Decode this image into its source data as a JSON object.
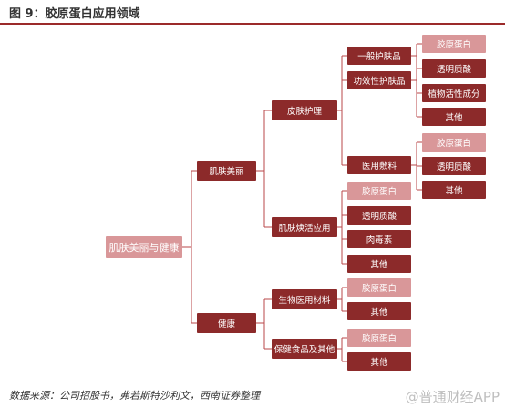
{
  "figure": {
    "title": "图 9：胶原蛋白应用领域",
    "source": "数据来源：公司招股书，弗若斯特沙利文，西南证券整理",
    "watermark": "@普通财经APP"
  },
  "colors": {
    "dark_node": "#8c2a2a",
    "light_node": "#d99799",
    "connector": "#b8474a"
  },
  "tree": {
    "root": "肌肤美丽与健康",
    "skin_beauty": "肌肤美丽",
    "health": "健康",
    "skin_care": "皮肤护理",
    "rejuvenation": "肌肤焕活应用",
    "general_skincare": "一般护肤品",
    "functional_skincare": "功效性护肤品",
    "medical_dressing": "医用敷料",
    "biomedical_material": "生物医用材料",
    "health_food": "保健食品及其他",
    "leaves": {
      "gs_collagen": "胶原蛋白",
      "fs_hyaluronic": "透明质酸",
      "fs_botanical": "植物活性成分",
      "fs_other": "其他",
      "md_collagen": "胶原蛋白",
      "md_hyaluronic": "透明质酸",
      "md_other": "其他",
      "rj_collagen": "胶原蛋白",
      "rj_hyaluronic": "透明质酸",
      "rj_botox": "肉毒素",
      "rj_other": "其他",
      "bm_collagen": "胶原蛋白",
      "bm_other": "其他",
      "hf_collagen": "胶原蛋白",
      "hf_other": "其他"
    }
  }
}
